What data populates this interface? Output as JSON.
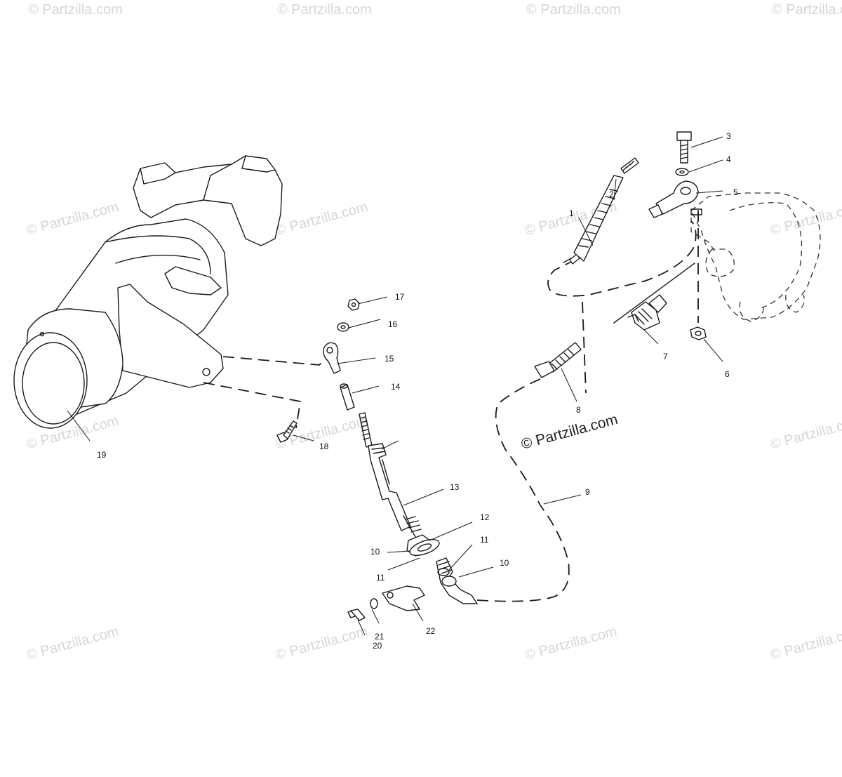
{
  "watermark": {
    "text": "© Partzilla.com",
    "main_text": "© Partzilla.com"
  },
  "callouts": {
    "c1": "1",
    "c2": "2",
    "c3": "3",
    "c4": "4",
    "c5": "5",
    "c6": "6",
    "c7": "7",
    "c8": "8",
    "c9": "9",
    "c10a": "10",
    "c10b": "10",
    "c11a": "11",
    "c11b": "11",
    "c12": "12",
    "c13": "13",
    "c14": "14",
    "c15": "15",
    "c16": "16",
    "c17": "17",
    "c18": "18",
    "c19": "19",
    "c20": "20",
    "c21": "21",
    "c22": "22"
  }
}
